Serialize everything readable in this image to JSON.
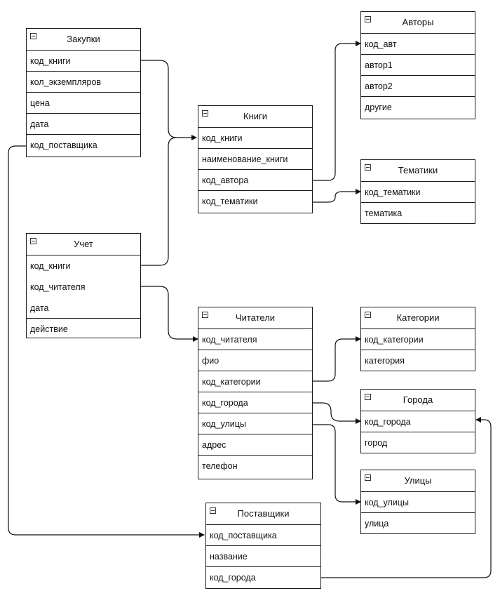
{
  "entities": {
    "zakupki": {
      "title": "Закупки",
      "fields": [
        "код_книги",
        "кол_экземпляров",
        "цена",
        "дата",
        "код_поставщика"
      ]
    },
    "avtory": {
      "title": "Авторы",
      "fields": [
        "код_авт",
        "автор1",
        "автор2",
        "другие"
      ]
    },
    "knigi": {
      "title": "Книги",
      "fields": [
        "код_книги",
        "наименование_книги",
        "код_автора",
        "код_тематики"
      ]
    },
    "tematiki": {
      "title": "Тематики",
      "fields": [
        "код_тематики",
        "тематика"
      ]
    },
    "uchet": {
      "title": "Учет",
      "fields": [
        "код_книги",
        "код_читателя",
        "дата",
        "действие"
      ]
    },
    "chitateli": {
      "title": "Читатели",
      "fields": [
        "код_читателя",
        "фио",
        "код_категории",
        "код_города",
        "код_улицы",
        "адрес",
        "телефон"
      ]
    },
    "kategorii": {
      "title": "Категории",
      "fields": [
        "код_категории",
        "категория"
      ]
    },
    "goroda": {
      "title": "Города",
      "fields": [
        "код_города",
        "город"
      ]
    },
    "ulitsy": {
      "title": "Улицы",
      "fields": [
        "код_улицы",
        "улица"
      ]
    },
    "postavshchiki": {
      "title": "Поставщики",
      "fields": [
        "код_поставщика",
        "название",
        "код_города"
      ]
    }
  }
}
